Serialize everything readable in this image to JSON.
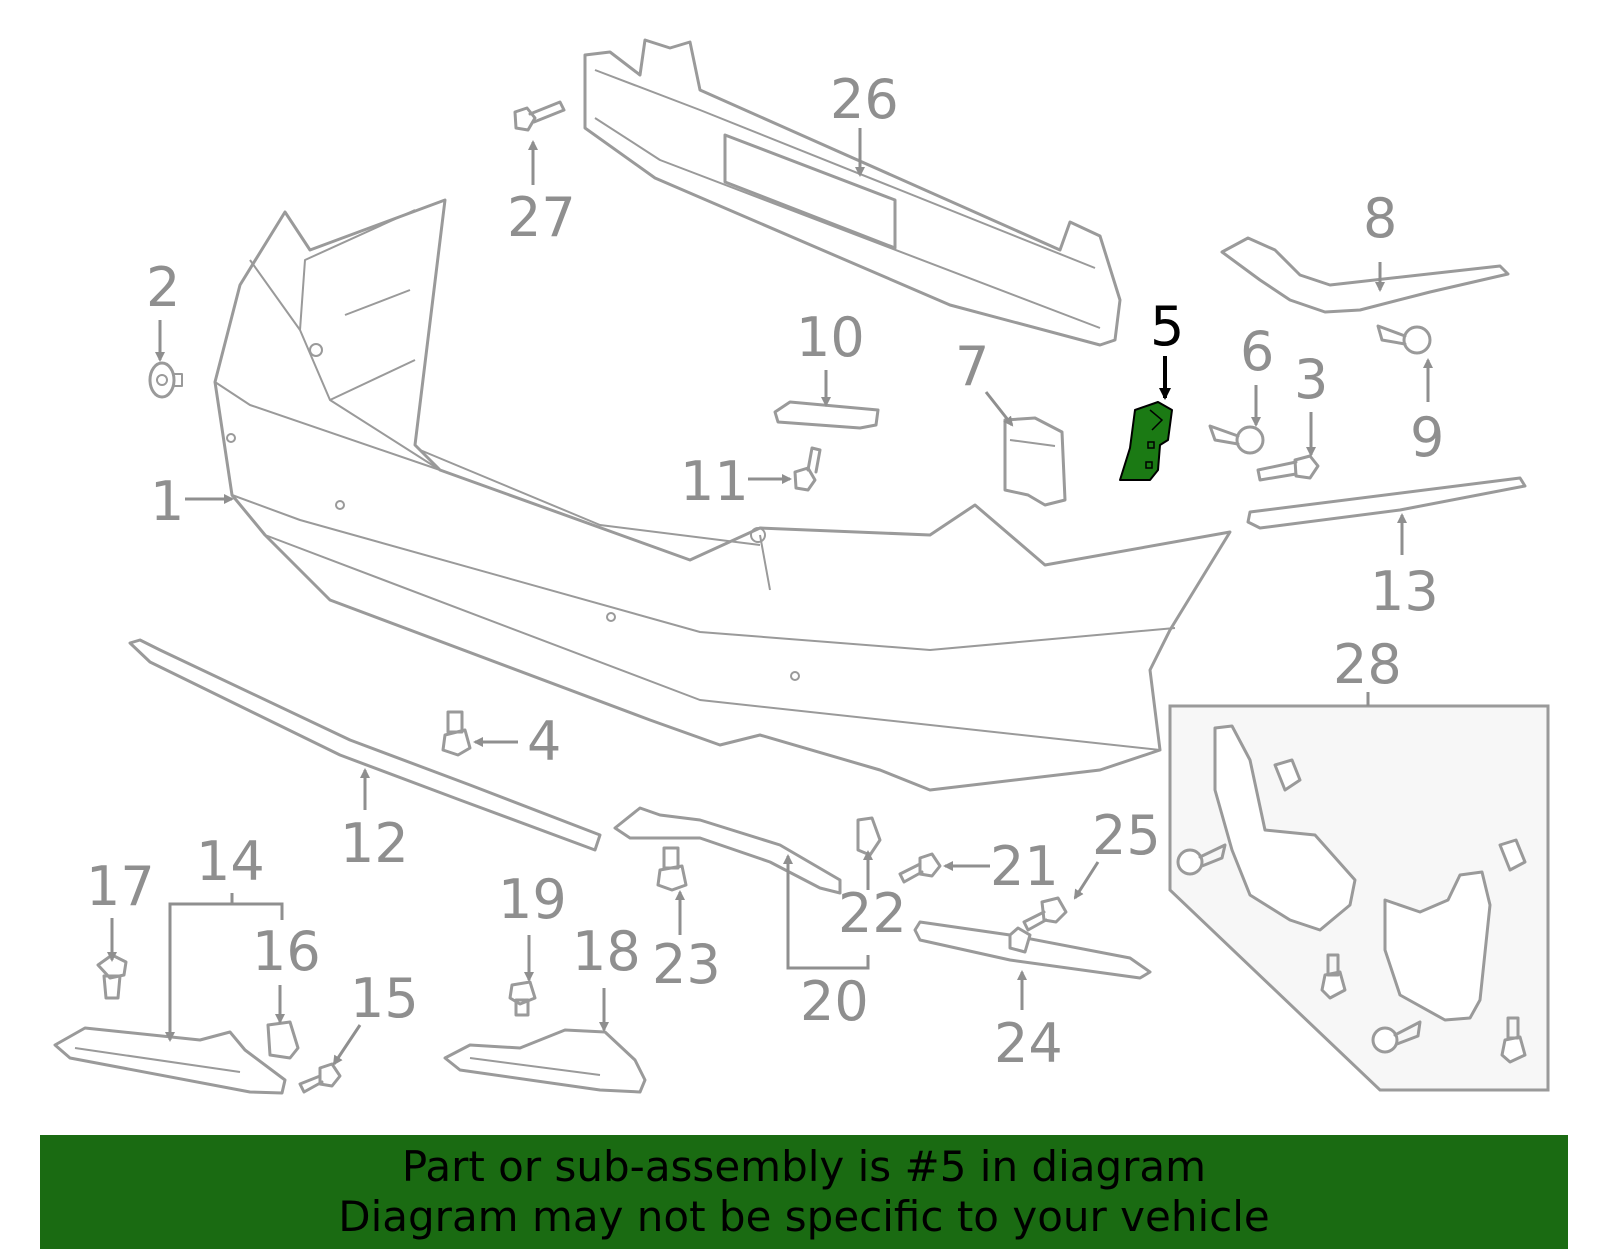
{
  "diagram": {
    "highlight_color": "#1b7a14",
    "line_color": "#9a9a9a",
    "highlighted_part": "5",
    "callouts": [
      "1",
      "2",
      "3",
      "4",
      "5",
      "6",
      "7",
      "8",
      "9",
      "10",
      "11",
      "12",
      "13",
      "14",
      "15",
      "16",
      "17",
      "18",
      "19",
      "20",
      "21",
      "22",
      "23",
      "24",
      "25",
      "26",
      "27",
      "28"
    ]
  },
  "banner": {
    "background": "#1a6b12",
    "line1": "Part or sub-assembly is #5 in diagram",
    "line2": "Diagram may not be specific to your vehicle"
  }
}
